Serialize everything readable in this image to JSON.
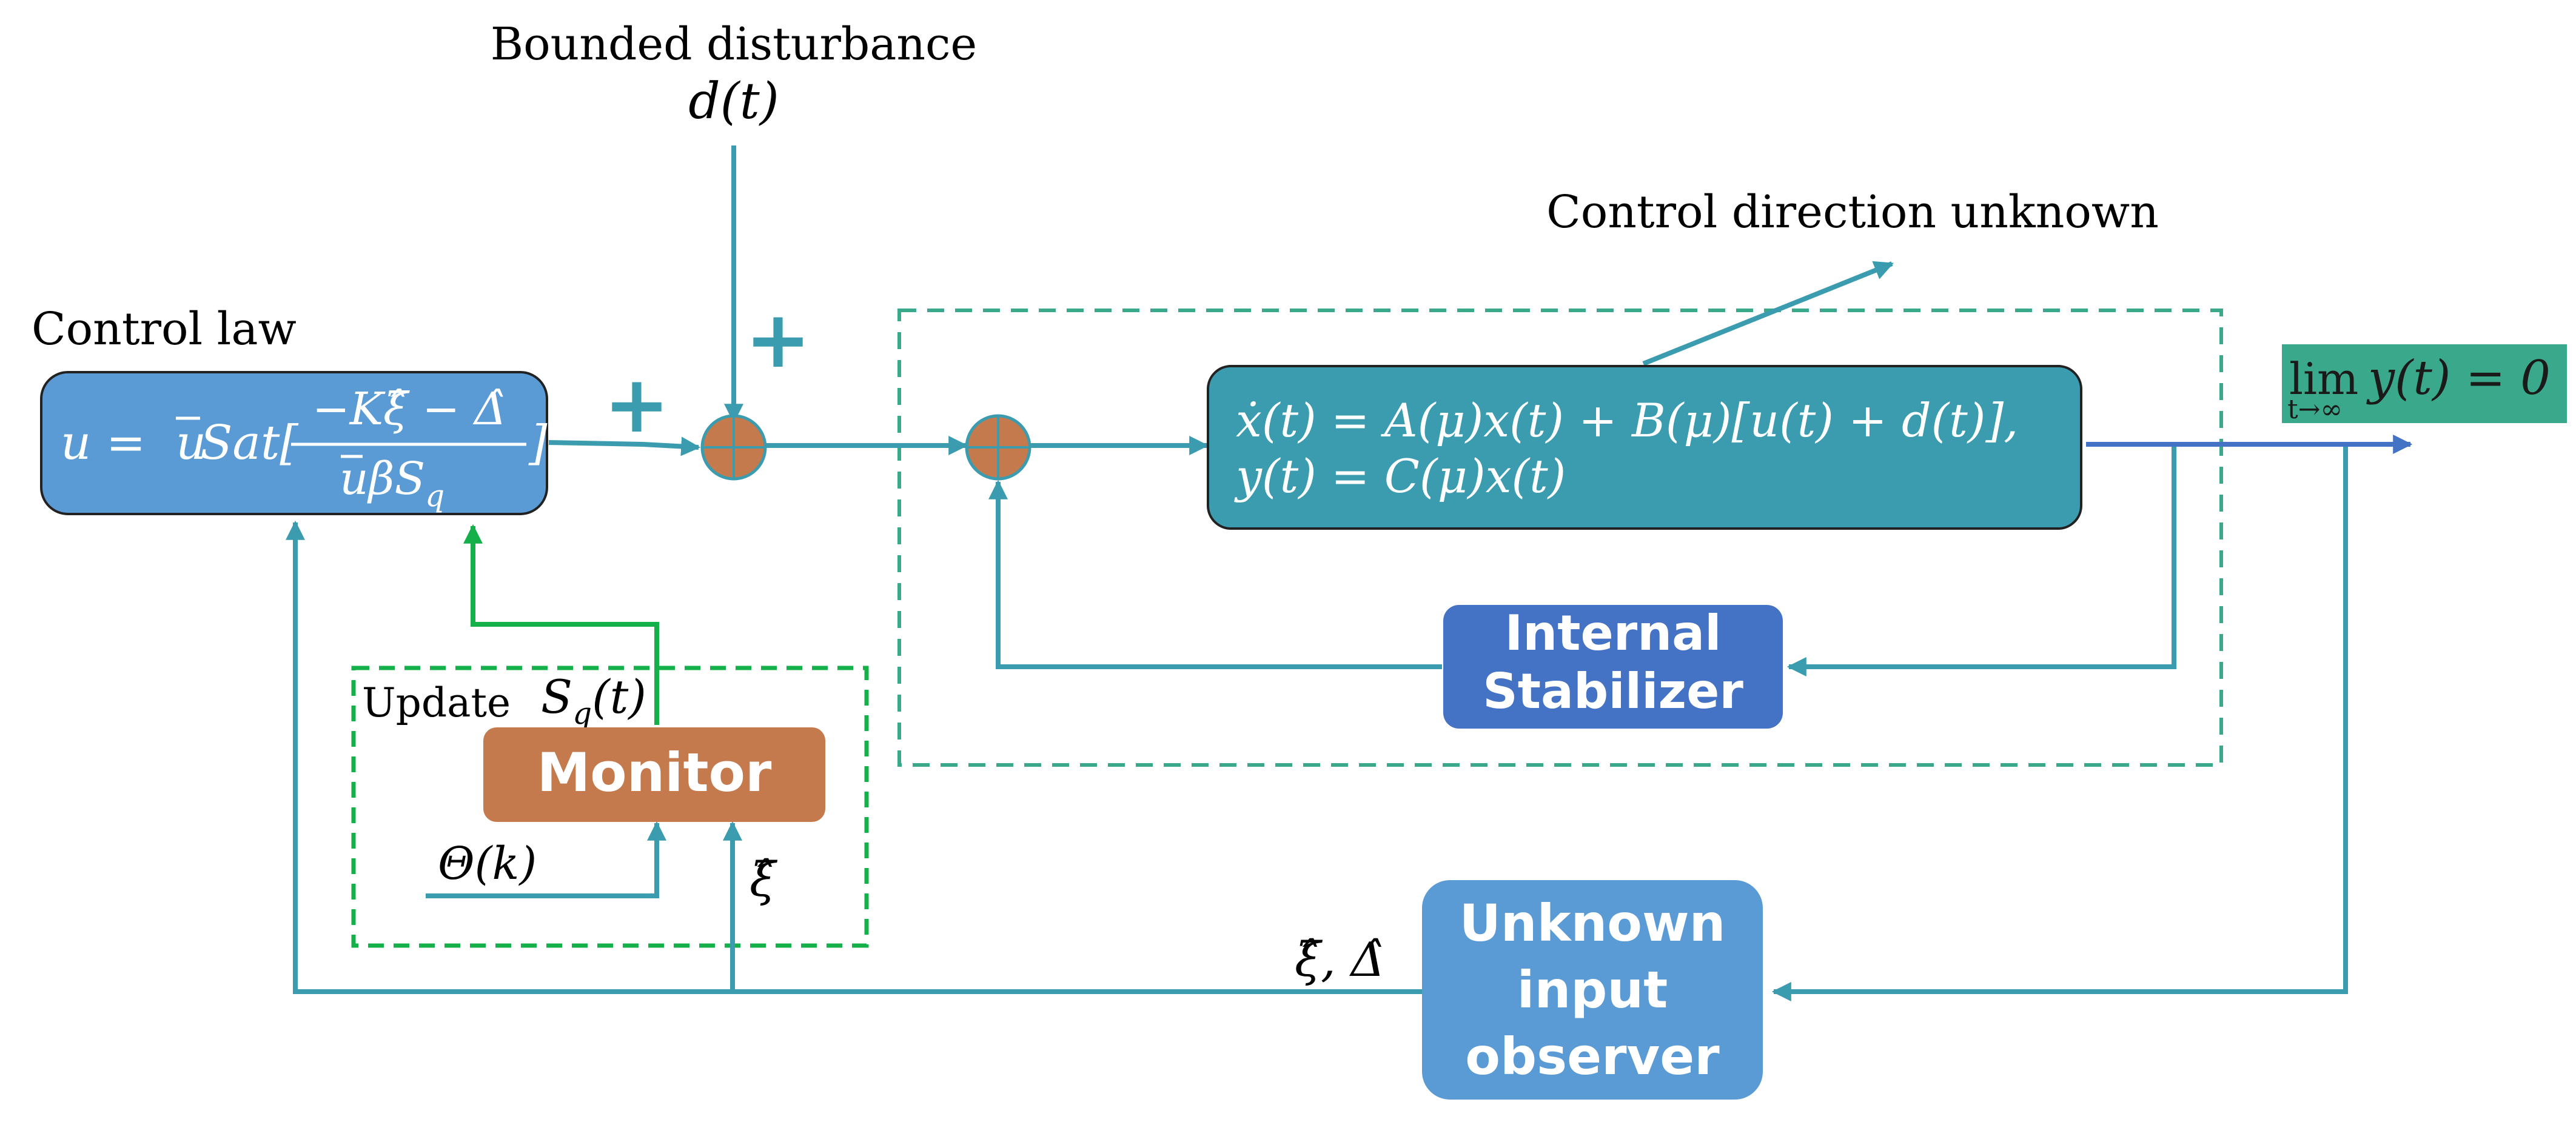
{
  "labels": {
    "bounded_disturbance": "Bounded disturbance",
    "disturbance_symbol": "d(t)",
    "control_direction": "Control direction unknown",
    "control_law_title": "Control law",
    "update": "Update",
    "sq_label": "S",
    "sq_sub": "q",
    "sq_arg": "(t)",
    "theta_label": "Θ(k)",
    "xi_hat": "ξ̂",
    "xi_delta_hat": "ξ̂, Δ̂",
    "plus": "+",
    "lim_main": "lim",
    "lim_sub": "t→∞",
    "lim_expr": "y(t) = 0"
  },
  "blocks": {
    "control_law": {
      "lhs": "u = ",
      "ubar": "u",
      "sat": " Sat[",
      "numerator": "−Kξ̂ − Δ̂",
      "denominator_ubar": "u",
      "denominator_rest": "βS",
      "denominator_sub": "q",
      "close": "]"
    },
    "plant": {
      "line1": "ẋ(t) = A(μ)x(t) + B(μ)[u(t) + d(t)],",
      "line2": "y(t) = C(μ)x(t)"
    },
    "internal_stabilizer": {
      "line1": "Internal",
      "line2": "Stabilizer"
    },
    "monitor": {
      "label": "Monitor"
    },
    "observer": {
      "line1": "Unknown",
      "line2": "input",
      "line3": "observer"
    }
  },
  "colors": {
    "teal_line": "#3a9cae",
    "green_line": "#15b04a",
    "control_law_fill": "#5b9bd5",
    "plant_fill": "#3a9cae",
    "stabilizer_fill": "#4472c4",
    "monitor_fill": "#c47a4c",
    "observer_fill": "#5b9bd5",
    "summing_fill": "#c47a4c",
    "output_arrow": "#4472c4",
    "lim_fill": "#3aa88a",
    "dashed_teal": "#3aa88a",
    "dashed_green": "#15b04a",
    "plus_color": "#3a9cae"
  }
}
